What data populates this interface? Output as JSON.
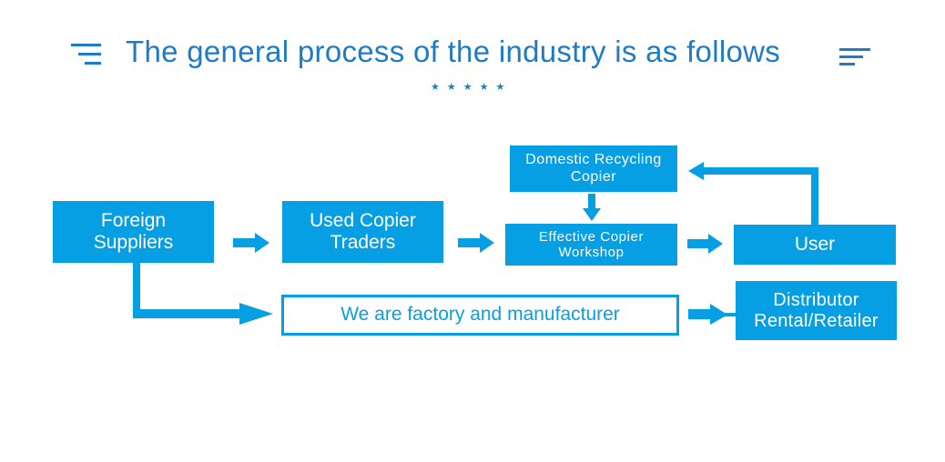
{
  "header": {
    "title": "The general process of the industry is as follows",
    "left_icon": "menu-lines-icon",
    "right_icon": "menu-lines-icon",
    "stars": "★★★★★",
    "star_count": 5
  },
  "nodes": {
    "foreign_suppliers": {
      "label": "Foreign Suppliers"
    },
    "used_copier_traders": {
      "label": "Used Copier Traders"
    },
    "domestic_recycling": {
      "label": "Domestic Recycling Copier"
    },
    "effective_workshop": {
      "label": "Effective Copier Workshop"
    },
    "user": {
      "label": "User"
    },
    "factory": {
      "label": "We are factory and manufacturer"
    },
    "distributor": {
      "label": "Distributor Rental/Retailer"
    }
  },
  "edges": [
    {
      "from": "Foreign Suppliers",
      "to": "Used Copier Traders"
    },
    {
      "from": "Used Copier Traders",
      "to": "Effective Copier Workshop"
    },
    {
      "from": "Domestic Recycling Copier",
      "to": "Effective Copier Workshop"
    },
    {
      "from": "Effective Copier Workshop",
      "to": "User"
    },
    {
      "from": "User",
      "to": "Domestic Recycling Copier"
    },
    {
      "from": "Foreign Suppliers",
      "to": "We are factory and manufacturer"
    },
    {
      "from": "We are factory and manufacturer",
      "to": "Distributor Rental/Retailer"
    }
  ],
  "colors": {
    "title": "#1e7bc4",
    "box": "#069fe3",
    "box_text": "#ffffff"
  }
}
